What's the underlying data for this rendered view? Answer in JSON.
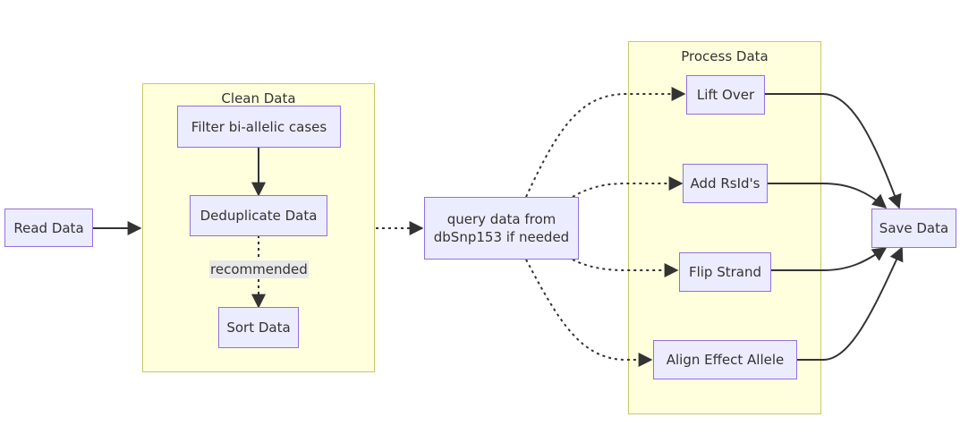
{
  "clusters": {
    "clean": {
      "title": "Clean Data"
    },
    "process": {
      "title": "Process Data"
    }
  },
  "nodes": {
    "read": "Read Data",
    "filter": "Filter bi-allelic cases",
    "dedup": "Deduplicate Data",
    "sort": "Sort Data",
    "query_line1": "query data from",
    "query_line2": "dbSnp153 if needed",
    "lift": "Lift Over",
    "rsid": "Add RsId's",
    "flip": "Flip Strand",
    "align": "Align Effect Allele",
    "save": "Save Data"
  },
  "edge_labels": {
    "dedup_sort": "recommended"
  },
  "edges": [
    {
      "from": "read",
      "to": "clean",
      "style": "solid"
    },
    {
      "from": "filter",
      "to": "dedup",
      "style": "solid"
    },
    {
      "from": "dedup",
      "to": "sort",
      "style": "dotted",
      "label": "recommended"
    },
    {
      "from": "clean",
      "to": "query",
      "style": "dotted"
    },
    {
      "from": "query",
      "to": "lift",
      "style": "dotted"
    },
    {
      "from": "query",
      "to": "rsid",
      "style": "dotted"
    },
    {
      "from": "query",
      "to": "flip",
      "style": "dotted"
    },
    {
      "from": "query",
      "to": "align",
      "style": "dotted"
    },
    {
      "from": "lift",
      "to": "save",
      "style": "solid"
    },
    {
      "from": "rsid",
      "to": "save",
      "style": "solid"
    },
    {
      "from": "flip",
      "to": "save",
      "style": "solid"
    },
    {
      "from": "align",
      "to": "save",
      "style": "solid"
    }
  ],
  "colors": {
    "node_fill": "#ececff",
    "node_border": "#9370db",
    "cluster_fill": "#ffffde",
    "cluster_border": "#c8c86a",
    "edge": "#333333",
    "label_bg": "#e8e8e8"
  }
}
